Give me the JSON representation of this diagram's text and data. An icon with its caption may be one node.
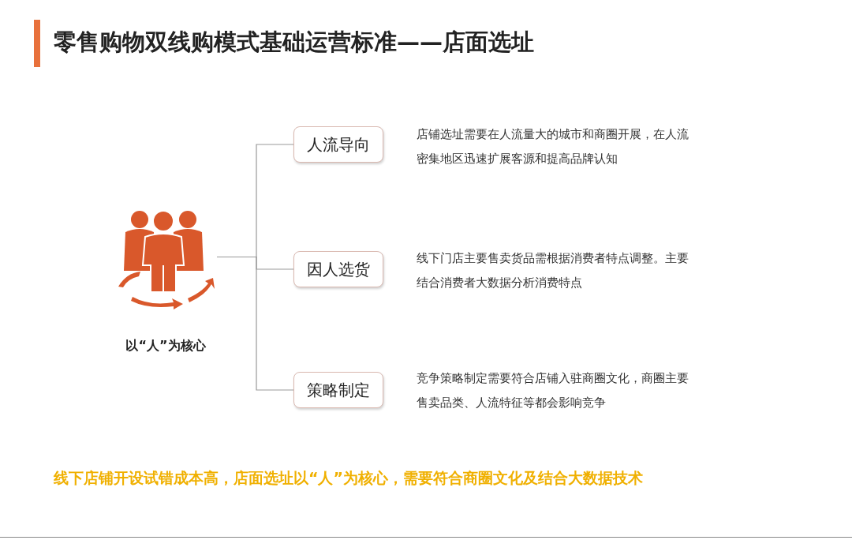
{
  "diagram": {
    "title": "零售购物双线购模式基础运营标准——店面选址",
    "nodes": [
      {
        "text": [],
        "shape": "person",
        "beside": [
          "以“人”为核心"
        ]
      },
      {
        "text": [
          "人流导向"
        ],
        "beside": [
          "店铺选址需要在人流量大的城市和商圈开展，在人流密集地区迅速扩展客源和提高品牌认知"
        ]
      },
      {
        "text": [
          "因人选货"
        ],
        "beside": [
          "线下门店主要售卖货品需根据消费者特点调整。主要结合消费者大数据分析消费特点"
        ]
      },
      {
        "text": [
          "策略制定"
        ],
        "beside": [
          "竞争策略制定需要符合店铺入驻商圈文化，商圈主要售卖品类、人流特征等都会影响竞争"
        ]
      }
    ],
    "edges": [
      {
        "from": 0,
        "to": 1,
        "arrow": "none"
      },
      {
        "from": 0,
        "to": 2,
        "arrow": "none"
      },
      {
        "from": 0,
        "to": 3,
        "arrow": "none"
      }
    ],
    "labels": [
      "线下店铺开设试错成本高，店面选址以“人”为核心，需要符合商圈文化及结合大数据技术"
    ]
  }
}
